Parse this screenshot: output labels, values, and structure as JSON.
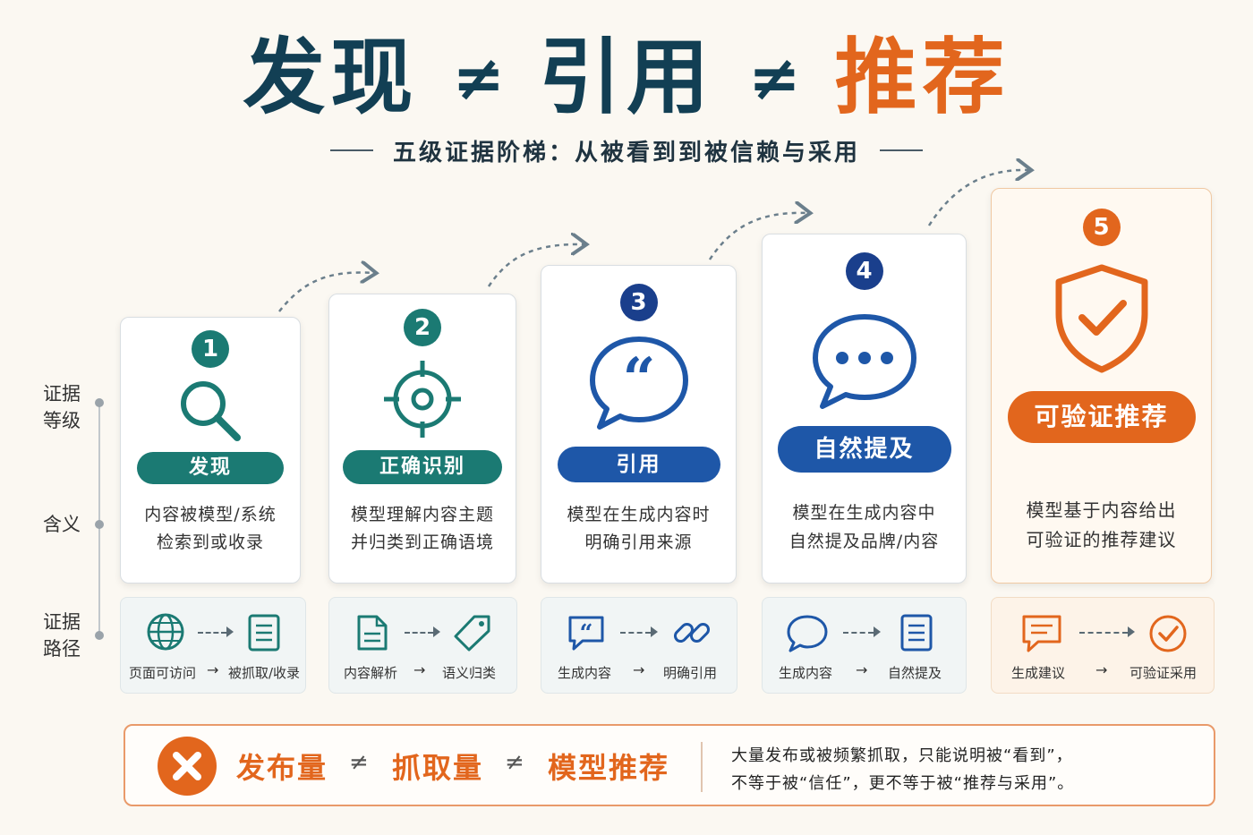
{
  "title": {
    "word1": "发现",
    "neq1": "≠",
    "word2": "引用",
    "neq2": "≠",
    "word3": "推荐"
  },
  "subtitle": "五级证据阶梯：从被看到到被信赖与采用",
  "axis": {
    "level": "证据\n等级",
    "meaning": "含义",
    "path": "证据\n路径"
  },
  "colors": {
    "teal": "#1b7a73",
    "navy": "#1a3f8c",
    "blue": "#1e57a8",
    "orange": "#e2661d",
    "title_dark": "#123f54"
  },
  "levels": [
    {
      "number": "1",
      "icon": "magnifier-icon",
      "label": "发现",
      "desc_line1": "内容被模型/系统",
      "desc_line2": "检索到或收录",
      "path_from_icon": "globe-icon",
      "path_from": "页面可访问",
      "path_arrow": "→",
      "path_to_icon": "document-list-icon",
      "path_to": "被抓取/收录"
    },
    {
      "number": "2",
      "icon": "crosshair-target-icon",
      "label": "正确识别",
      "desc_line1": "模型理解内容主题",
      "desc_line2": "并归类到正确语境",
      "path_from_icon": "document-icon",
      "path_from": "内容解析",
      "path_arrow": "→",
      "path_to_icon": "tag-icon",
      "path_to": "语义归类"
    },
    {
      "number": "3",
      "icon": "quote-bubble-icon",
      "label": "引用",
      "desc_line1": "模型在生成内容时",
      "desc_line2": "明确引用来源",
      "path_from_icon": "quote-box-icon",
      "path_from": "生成内容",
      "path_arrow": "→",
      "path_to_icon": "link-icon",
      "path_to": "明确引用"
    },
    {
      "number": "4",
      "icon": "chat-dots-bubble-icon",
      "label": "自然提及",
      "desc_line1": "模型在生成内容中",
      "desc_line2": "自然提及品牌/内容",
      "path_from_icon": "chat-bubble-icon",
      "path_from": "生成内容",
      "path_arrow": "→",
      "path_to_icon": "document-list-icon",
      "path_to": "自然提及"
    },
    {
      "number": "5",
      "icon": "shield-check-icon",
      "label": "可验证推荐",
      "desc_line1": "模型基于内容给出",
      "desc_line2": "可验证的推荐建议",
      "path_from_icon": "message-box-icon",
      "path_from": "生成建议",
      "path_arrow": "→",
      "path_to_icon": "check-circle-icon",
      "path_to": "可验证采用"
    }
  ],
  "banner": {
    "icon": "x-circle-icon",
    "word1": "发布量",
    "neq1": "≠",
    "word2": "抓取量",
    "neq2": "≠",
    "word3": "模型推荐",
    "note_line1": "大量发布或被频繁抓取，只能说明被“看到”，",
    "note_line2": "不等于被“信任”，更不等于被“推荐与采用”。"
  }
}
